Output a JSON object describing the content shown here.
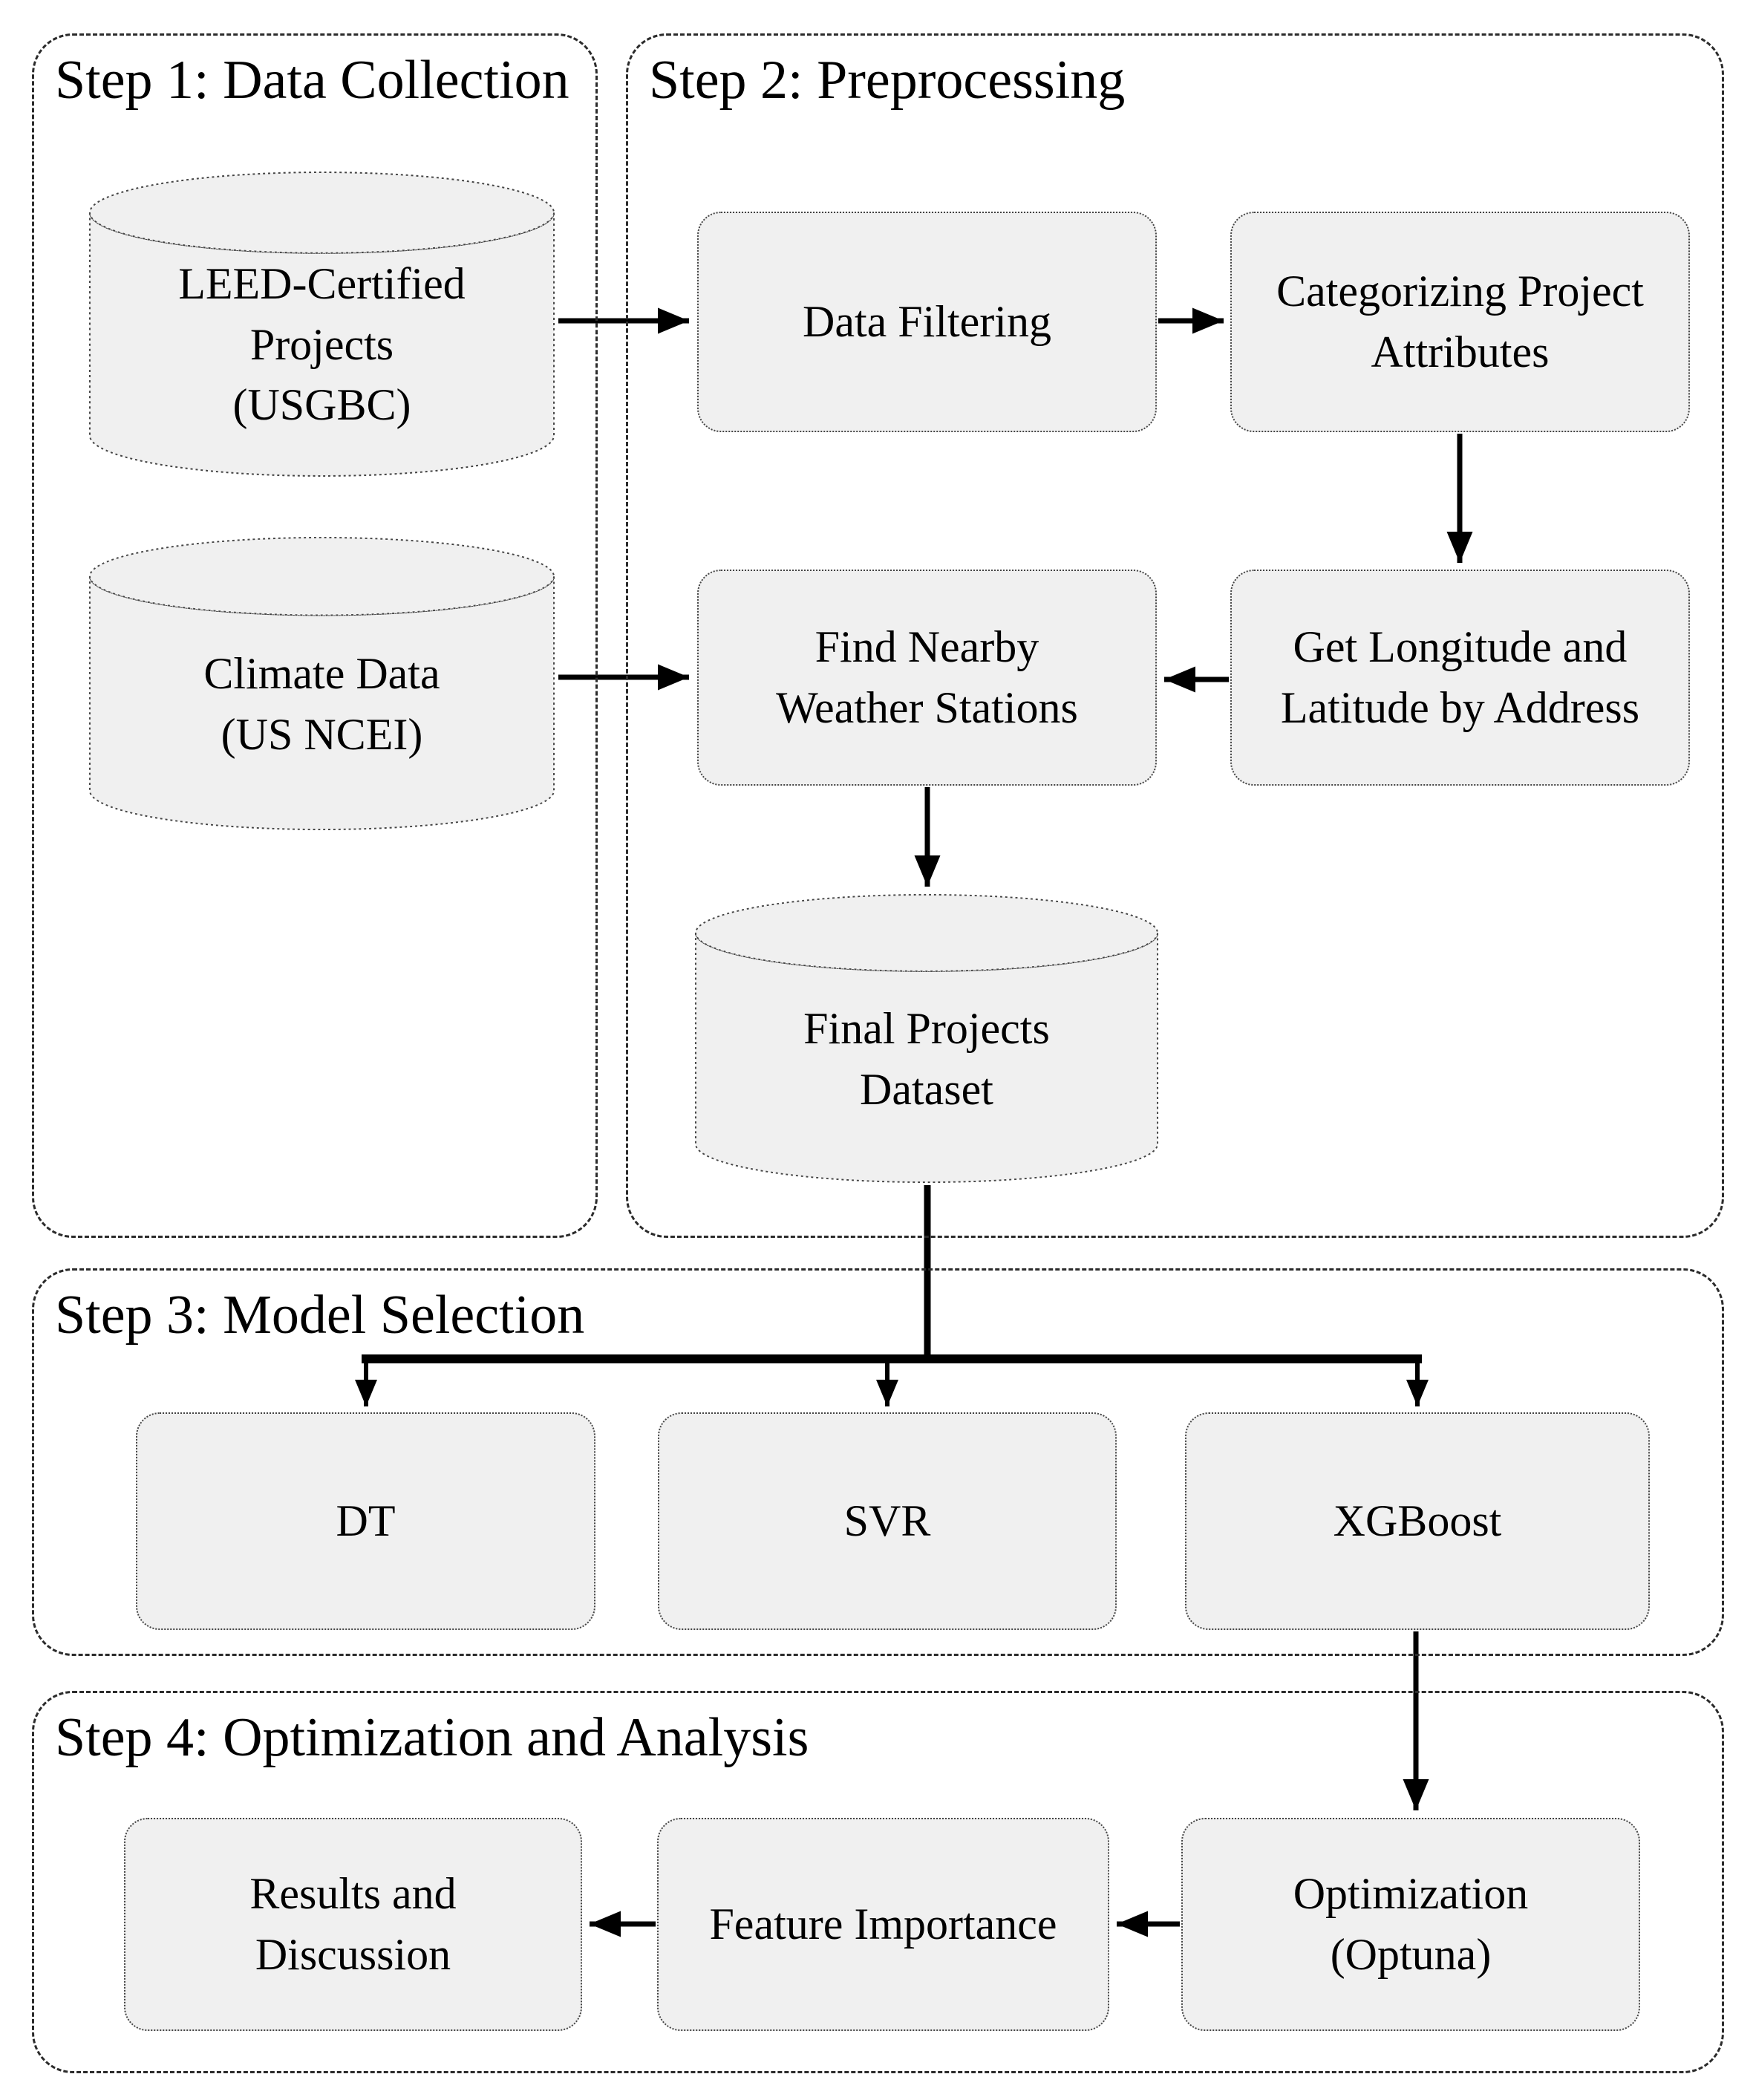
{
  "diagram": {
    "colors": {
      "background": "#ffffff",
      "node_fill": "#f0f0f0",
      "stroke": "#000000",
      "text": "#000000"
    },
    "sections": [
      {
        "id": "step1",
        "title": "Step 1: Data Collection"
      },
      {
        "id": "step2",
        "title": "Step 2: Preprocessing"
      },
      {
        "id": "step3",
        "title": "Step 3: Model Selection"
      },
      {
        "id": "step4",
        "title": "Step 4: Optimization and Analysis"
      }
    ],
    "nodes": {
      "leed": {
        "type": "database-cylinder",
        "label": [
          "LEED-Certified",
          "Projects",
          "(USGBC)"
        ]
      },
      "climate": {
        "type": "database-cylinder",
        "label": [
          "Climate Data",
          "(US NCEI)"
        ]
      },
      "filtering": {
        "type": "process",
        "label": [
          "Data Filtering"
        ]
      },
      "categorizing": {
        "type": "process",
        "label": [
          "Categorizing Project",
          "Attributes"
        ]
      },
      "find_nearby": {
        "type": "process",
        "label": [
          "Find Nearby",
          "Weather Stations"
        ]
      },
      "get_longitude": {
        "type": "process",
        "label": [
          "Get Longitude and",
          "Latitude by Address"
        ]
      },
      "final_dataset": {
        "type": "database-cylinder",
        "label": [
          "Final Projects",
          "Dataset"
        ]
      },
      "dt": {
        "type": "process",
        "label": [
          "DT"
        ]
      },
      "svr": {
        "type": "process",
        "label": [
          "SVR"
        ]
      },
      "xgboost": {
        "type": "process",
        "label": [
          "XGBoost"
        ]
      },
      "results": {
        "type": "process",
        "label": [
          "Results and",
          "Discussion"
        ]
      },
      "feature_importance": {
        "type": "process",
        "label": [
          "Feature Importance"
        ]
      },
      "optimization": {
        "type": "process",
        "label": [
          "Optimization",
          "(Optuna)"
        ]
      }
    },
    "edges": [
      {
        "from": "leed",
        "to": "filtering"
      },
      {
        "from": "filtering",
        "to": "categorizing"
      },
      {
        "from": "categorizing",
        "to": "get_longitude"
      },
      {
        "from": "get_longitude",
        "to": "find_nearby"
      },
      {
        "from": "climate",
        "to": "find_nearby"
      },
      {
        "from": "find_nearby",
        "to": "final_dataset"
      },
      {
        "from": "final_dataset",
        "to": "dt"
      },
      {
        "from": "final_dataset",
        "to": "svr"
      },
      {
        "from": "final_dataset",
        "to": "xgboost"
      },
      {
        "from": "xgboost",
        "to": "optimization"
      },
      {
        "from": "optimization",
        "to": "feature_importance"
      },
      {
        "from": "feature_importance",
        "to": "results"
      }
    ]
  }
}
